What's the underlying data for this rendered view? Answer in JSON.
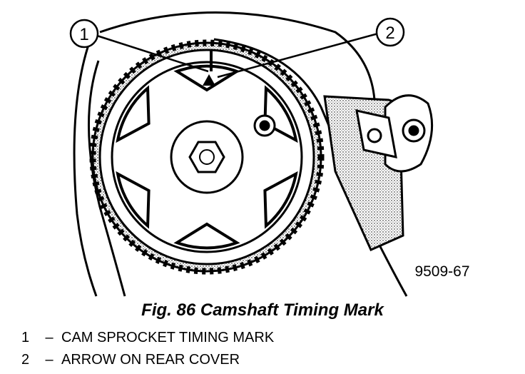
{
  "figure": {
    "caption": "Fig. 86 Camshaft Timing Mark",
    "code": "9509-67"
  },
  "callouts": [
    {
      "number": "1",
      "description": "CAM SPROCKET TIMING MARK"
    },
    {
      "number": "2",
      "description": "ARROW ON REAR COVER"
    }
  ],
  "legend_separator": "–"
}
